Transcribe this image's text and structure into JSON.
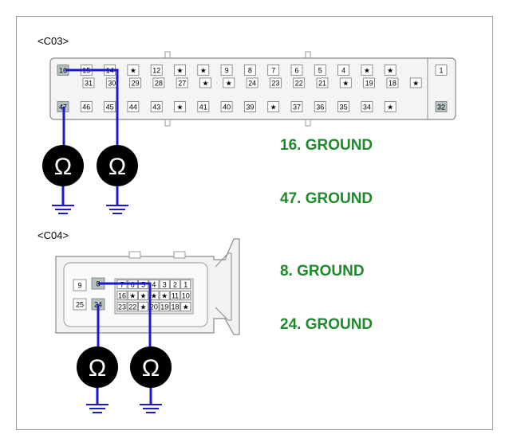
{
  "connectors": {
    "c03_label": "<C03>",
    "c04_label": "<C04>"
  },
  "ground_labels": [
    "16. GROUND",
    "47. GROUND",
    "8. GROUND",
    "24. GROUND"
  ],
  "meter_symbol": "Ω",
  "c03": {
    "pins_top": [
      "16",
      "15",
      "14",
      "★",
      "12",
      "★",
      "★",
      "9",
      "8",
      "7",
      "6",
      "5",
      "4",
      "★",
      "★"
    ],
    "pins_mid": [
      "31",
      "30",
      "29",
      "28",
      "27",
      "★",
      "★",
      "24",
      "23",
      "22",
      "21",
      "★",
      "19",
      "18",
      "★"
    ],
    "pins_bot": [
      "47",
      "46",
      "45",
      "44",
      "43",
      "★",
      "41",
      "40",
      "39",
      "★",
      "37",
      "36",
      "35",
      "34",
      "★"
    ],
    "pin_right_top": "1",
    "pin_right_bot": "32"
  },
  "c04": {
    "pins_left": [
      "9",
      "8",
      "25",
      "24"
    ],
    "row1": [
      "7",
      "6",
      "5",
      "4",
      "3",
      "2",
      "1"
    ],
    "row2": [
      "16",
      "★",
      "★",
      "★",
      "★",
      "11",
      "10"
    ],
    "row3": [
      "23",
      "22",
      "★",
      "20",
      "19",
      "18",
      "★"
    ]
  },
  "colors": {
    "wire": "#1a1acc",
    "label": "#1e8a2c",
    "pin_highlight": "#b4c2c4"
  }
}
